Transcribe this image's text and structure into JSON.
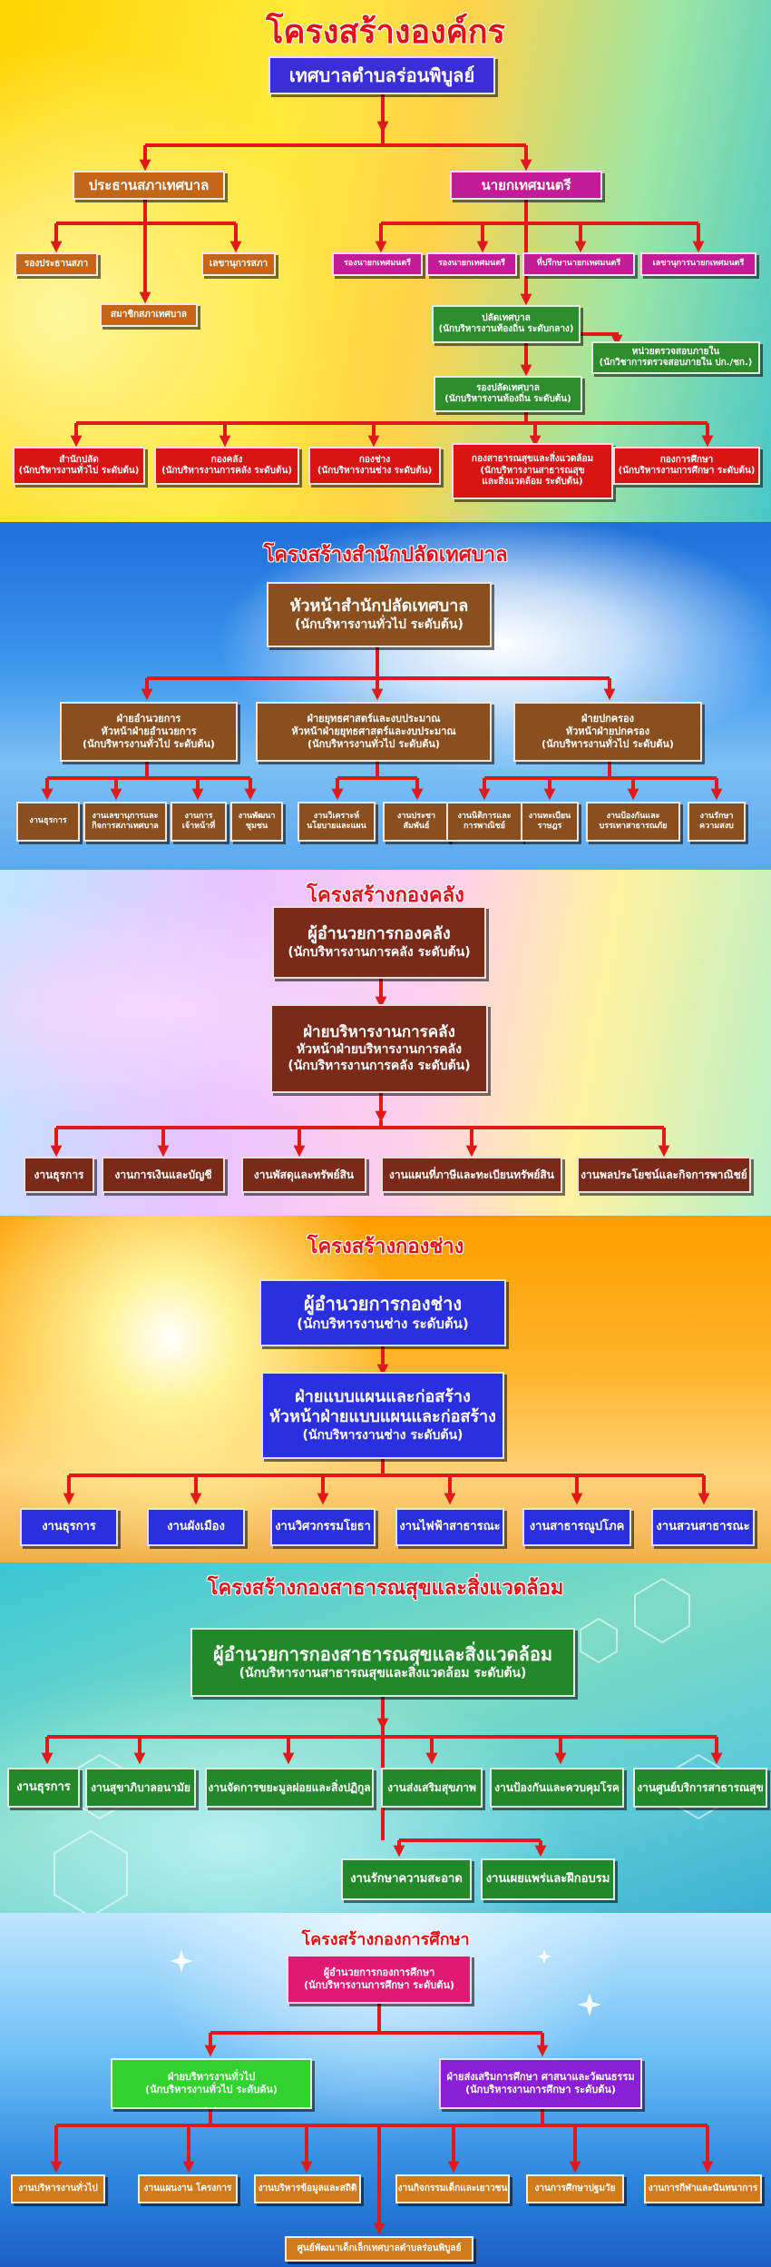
{
  "colors": {
    "arrow": "#e01a1a",
    "title": "#e3101c",
    "purple": "#3a2fd6",
    "orange": "#c4661a",
    "magenta": "#c41b96",
    "green": "#2c8d2c",
    "red": "#d81414",
    "brown_s2": "#8a4f1e",
    "darkred_s3": "#7a2a18",
    "blue_s4": "#2a2fe0",
    "green_s5": "#23882a",
    "pink_s6": "#e01a74",
    "lime_s6": "#32d22e",
    "violet_s6": "#8a1fd8",
    "orange_s6": "#d07a1c"
  },
  "section1": {
    "title": "โครงสร้างองค์กร",
    "root": "เทศบาลตำบลร่อนพิบูลย์",
    "council_president": "ประธานสภาเทศบาล",
    "mayor": "นายกเทศมนตรี",
    "council_vice": "รองประธานสภา",
    "council_secretary": "เลขานุการสภา",
    "council_members": "สมาชิกสภาเทศบาล",
    "mayor_staff": [
      "รองนายกเทศมนตรี",
      "รองนายกเทศมนตรี",
      "ที่ปรึกษานายกเทศมนตรี",
      "เลขานุการนายกเทศมนตรี"
    ],
    "clerk": [
      "ปลัดเทศบาล",
      "(นักบริหารงานท้องถิ่น ระดับกลาง)"
    ],
    "audit": [
      "หน่วยตรวจสอบภายใน",
      "(นักวิชาการตรวจสอบภายใน ปก./ชก.)"
    ],
    "deputy_clerk": [
      "รองปลัดเทศบาล",
      "(นักบริหารงานท้องถิ่น ระดับต้น)"
    ],
    "departments": [
      [
        "สำนักปลัด",
        "(นักบริหารงานทั่วไป ระดับต้น)"
      ],
      [
        "กองคลัง",
        "(นักบริหารงานการคลัง ระดับต้น)"
      ],
      [
        "กองช่าง",
        "(นักบริหารงานช่าง ระดับต้น)"
      ],
      [
        "กองสาธารณสุขและสิ่งแวดล้อม",
        "(นักบริหารงานสาธารณสุข",
        "และสิ่งแวดล้อม ระดับต้น)"
      ],
      [
        "กองการศึกษา",
        "(นักบริหารงานการศึกษา ระดับต้น)"
      ]
    ]
  },
  "section2": {
    "title": "โครงสร้างสำนักปลัดเทศบาล",
    "head": [
      "หัวหน้าสำนักปลัดเทศบาล",
      "(นักบริหารงานทั่วไป ระดับต้น)"
    ],
    "divisions": [
      [
        "ฝ่ายอำนวยการ",
        "หัวหน้าฝ่ายอำนวยการ",
        "(นักบริหารงานทั่วไป ระดับต้น)"
      ],
      [
        "ฝ่ายยุทธศาสตร์และงบประมาณ",
        "หัวหน้าฝ่ายยุทธศาสตร์และงบประมาณ",
        "(นักบริหารงานทั่วไป ระดับต้น)"
      ],
      [
        "ฝ่ายปกครอง",
        "หัวหน้าฝ่ายปกครอง",
        "(นักบริหารงานทั่วไป ระดับต้น)"
      ]
    ],
    "units": [
      [
        "งานธุรการ"
      ],
      [
        "งานเลขานุการและ",
        "กิจการสภาเทศบาล"
      ],
      [
        "งานการ",
        "เจ้าหน้าที่"
      ],
      [
        "งานพัฒนา",
        "ชุมชน"
      ],
      [
        "งานวิเคราะห์",
        "นโยบายและแผน"
      ],
      [
        "งานประชา",
        "สัมพันธ์"
      ],
      [
        "งานนิติการและ",
        "การพาณิชย์"
      ],
      [
        "งานทะเบียน",
        "ราษฎร"
      ],
      [
        "งานป้องกันและ",
        "บรรเทาสาธารณภัย"
      ],
      [
        "งานรักษา",
        "ความสงบ"
      ]
    ]
  },
  "section3": {
    "title": "โครงสร้างกองคลัง",
    "head": [
      "ผู้อำนวยการกองคลัง",
      "(นักบริหารงานการคลัง ระดับต้น)"
    ],
    "division": [
      "ฝ่ายบริหารงานการคลัง",
      "หัวหน้าฝ่ายบริหารงานการคลัง",
      "(นักบริหารงานการคลัง ระดับต้น)"
    ],
    "units": [
      "งานธุรการ",
      "งานการเงินและบัญชี",
      "งานพัสดุและทรัพย์สิน",
      "งานแผนที่ภาษีและทะเบียนทรัพย์สิน",
      "งานพลประโยชน์และกิจการพาณิชย์"
    ]
  },
  "section4": {
    "title": "โครงสร้างกองช่าง",
    "head": [
      "ผู้อำนวยการกองช่าง",
      "(นักบริหารงานช่าง ระดับต้น)"
    ],
    "division": [
      "ฝ่ายแบบแผนและก่อสร้าง",
      "หัวหน้าฝ่ายแบบแผนและก่อสร้าง",
      "(นักบริหารงานช่าง ระดับต้น)"
    ],
    "units": [
      "งานธุรการ",
      "งานผังเมือง",
      "งานวิศวกรรมโยธา",
      "งานไฟฟ้าสาธารณะ",
      "งานสาธารณูปโภค",
      "งานสวนสาธารณะ"
    ]
  },
  "section5": {
    "title": "โครงสร้างกองสาธารณสุขและสิ่งแวดล้อม",
    "head": [
      "ผู้อำนวยการกองสาธารณสุขและสิ่งแวดล้อม",
      "(นักบริหารงานสาธารณสุขและสิ่งแวดล้อม ระดับต้น)"
    ],
    "units_row1": [
      "งานธุรการ",
      "งานสุขาภิบาลอนามัย",
      "งานจัดการขยะมูลฝอยและสิ่งปฏิกูล",
      "งานส่งเสริมสุขภาพ",
      "งานป้องกันและควบคุมโรค",
      "งานศูนย์บริการสาธารณสุข"
    ],
    "units_row2": [
      "งานรักษาความสะอาด",
      "งานเผยแพร่และฝึกอบรม"
    ]
  },
  "section6": {
    "title": "โครงสร้างกองการศึกษา",
    "head": [
      "ผู้อำนวยการกองการศึกษา",
      "(นักบริหารงานการศึกษา ระดับต้น)"
    ],
    "divisions": [
      [
        "ฝ่ายบริหารงานทั่วไป",
        "(นักบริหารงานทั่วไป ระดับต้น)"
      ],
      [
        "ฝ่ายส่งเสริมการศึกษา ศาสนาและวัฒนธรรม",
        "(นักบริหารงานการศึกษา ระดับต้น)"
      ]
    ],
    "units": [
      "งานบริหารงานทั่วไป",
      "งานแผนงาน โครงการ",
      "งานบริหารข้อมูลและสถิติ",
      "งานกิจกรรมเด็กและเยาวชน",
      "งานการศึกษาปฐมวัย",
      "งานการกีฬาและนันทนาการ"
    ],
    "child_center": "ศูนย์พัฒนาเด็กเล็กเทศบาลตำบลร่อนพิบูลย์"
  }
}
